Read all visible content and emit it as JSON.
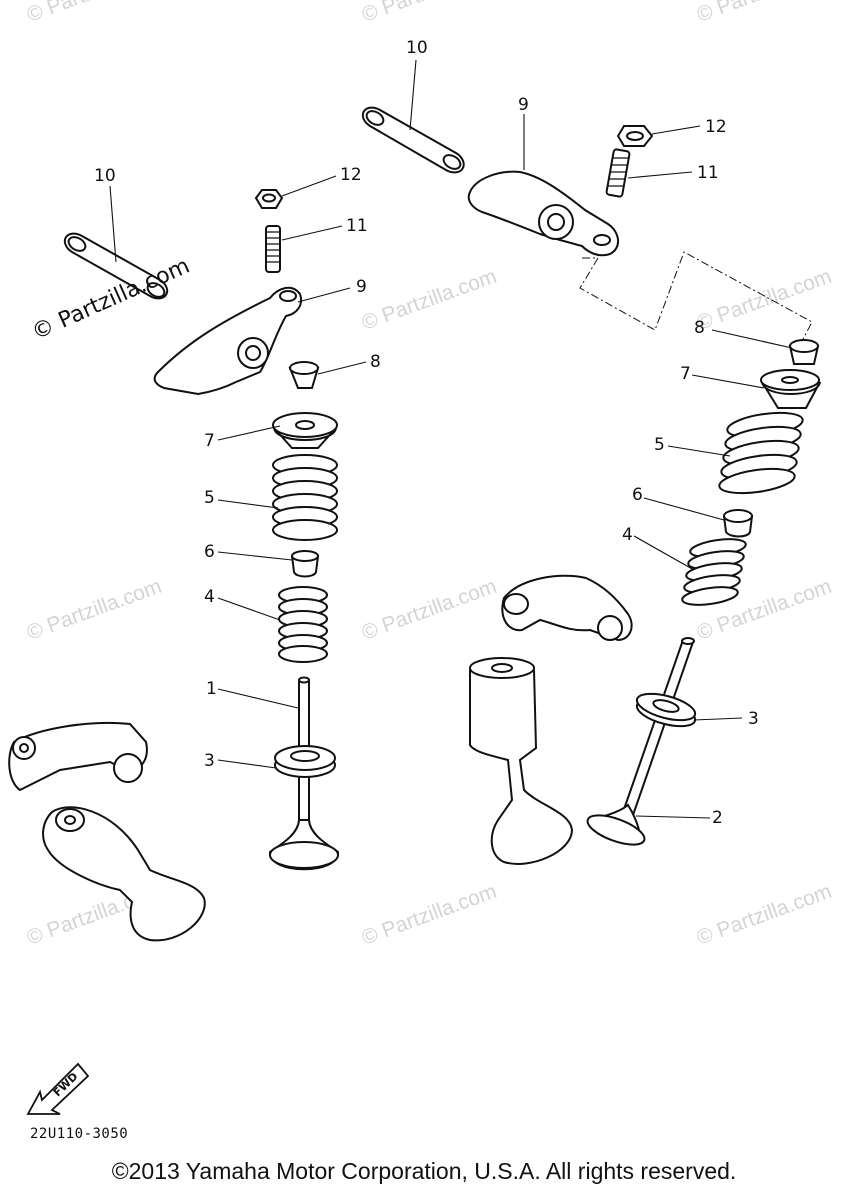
{
  "watermark": "© Partzilla.com",
  "callouts": {
    "c1": "1",
    "c2": "2",
    "c3a": "3",
    "c3b": "3",
    "c4a": "4",
    "c4b": "4",
    "c5a": "5",
    "c5b": "5",
    "c6a": "6",
    "c6b": "6",
    "c7a": "7",
    "c7b": "7",
    "c8a": "8",
    "c8b": "8",
    "c9a": "9",
    "c9b": "9",
    "c10a": "10",
    "c10b": "10",
    "c11a": "11",
    "c11b": "11",
    "c12a": "12",
    "c12b": "12"
  },
  "fwd_label": "FWD",
  "diagram_code": "22U110-3050",
  "copyright": "©2013 Yamaha Motor Corporation, U.S.A. All rights reserved."
}
